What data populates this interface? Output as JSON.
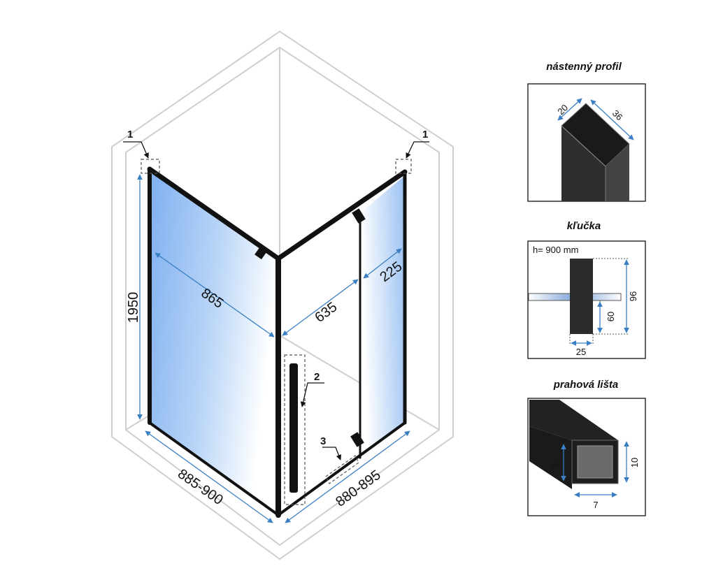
{
  "main_drawing": {
    "labels": {
      "callout_1_left": "1",
      "callout_1_right": "1",
      "callout_2": "2",
      "callout_3": "3",
      "height": "1950",
      "width_left_panel": "865",
      "width_door": "635",
      "width_fixed_panel": "225",
      "range_left": "885-900",
      "range_right": "880-895"
    }
  },
  "details": [
    {
      "title": "nástenný profil",
      "dims": [
        "20",
        "36"
      ]
    },
    {
      "title": "kľučka",
      "note": "h= 900 mm",
      "dims": [
        "96",
        "60",
        "25"
      ]
    },
    {
      "title": "prahová lišta",
      "dims": [
        "9",
        "10",
        "7"
      ]
    }
  ],
  "colors": {
    "glass_start": "#8db8f2",
    "glass_end": "#ffffff",
    "profile": "#111111",
    "dimension_line": "#3a7fc4",
    "room_outline": "#cfcfcf"
  }
}
